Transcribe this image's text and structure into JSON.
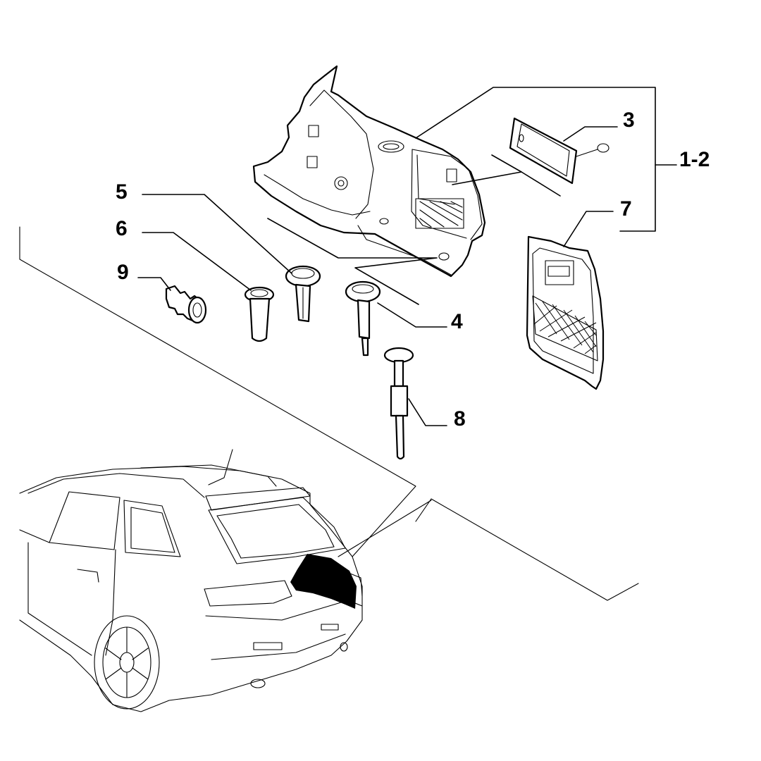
{
  "callouts": {
    "c3": "3",
    "c12": "1-2",
    "c7": "7",
    "c5": "5",
    "c6": "6",
    "c9": "9",
    "c4": "4",
    "c8": "8"
  },
  "icons": [
    "trunk-side-panel",
    "cover-flap",
    "pocket-panel",
    "push-pin",
    "sleeve-bushing",
    "tree-clip",
    "stud-pin",
    "long-pin",
    "station-wagon-rear"
  ]
}
